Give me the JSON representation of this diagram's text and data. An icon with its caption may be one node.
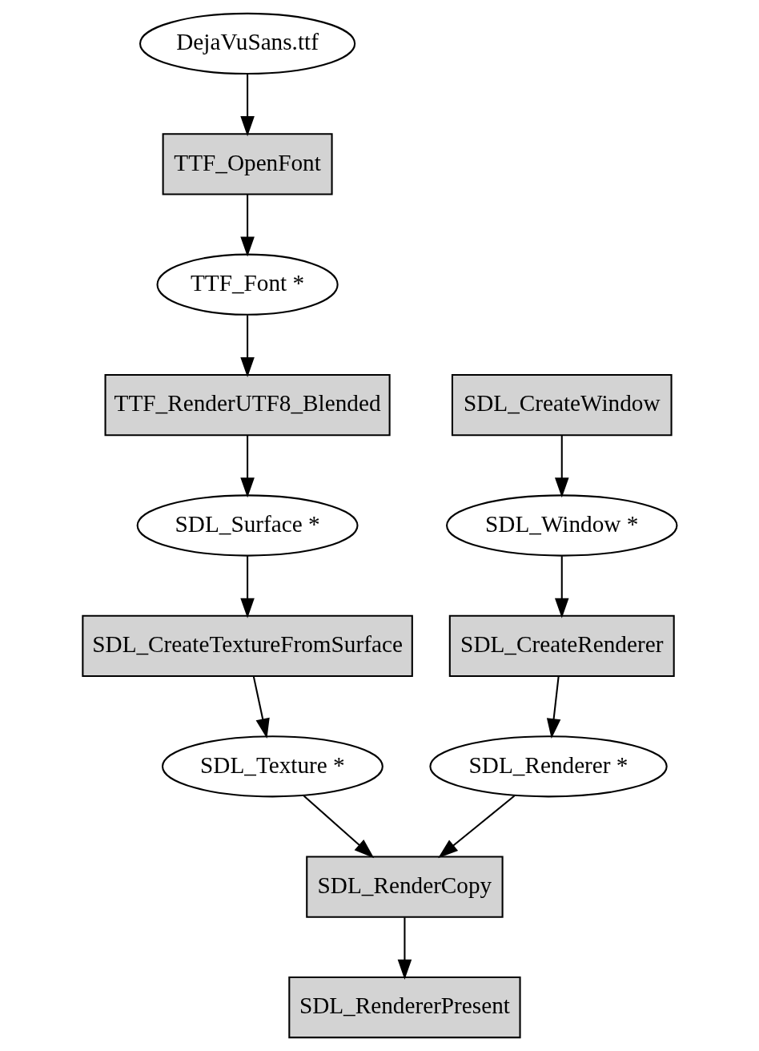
{
  "diagram": {
    "nodes": [
      {
        "text": [
          "DejaVuSans.ttf"
        ]
      },
      {
        "text": [
          "TTF_OpenFont"
        ]
      },
      {
        "text": [
          "TTF_Font *"
        ]
      },
      {
        "text": [
          "SDL_CreateWindow"
        ]
      },
      {
        "text": [
          "TTF_RenderUTF8_Blended"
        ]
      },
      {
        "text": [
          "SDL_Window *"
        ]
      },
      {
        "text": [
          "SDL_Surface *"
        ]
      },
      {
        "text": [
          "SDL_CreateRenderer"
        ]
      },
      {
        "text": [
          "SDL_CreateTextureFromSurface"
        ]
      },
      {
        "text": [
          "SDL_Renderer *"
        ]
      },
      {
        "text": [
          "SDL_Texture *"
        ]
      },
      {
        "text": [
          "SDL_RenderCopy"
        ]
      },
      {
        "text": [
          "SDL_RendererPresent"
        ]
      }
    ],
    "edges": [
      {
        "from": 3,
        "to": 5,
        "arrow": "to"
      },
      {
        "from": 5,
        "to": 7,
        "arrow": "to"
      },
      {
        "from": 7,
        "to": 9,
        "arrow": "to"
      },
      {
        "from": 0,
        "to": 1,
        "arrow": "to"
      },
      {
        "from": 1,
        "to": 2,
        "arrow": "to"
      },
      {
        "from": 2,
        "to": 4,
        "arrow": "to"
      },
      {
        "from": 4,
        "to": 6,
        "arrow": "to"
      },
      {
        "from": 6,
        "to": 8,
        "arrow": "to"
      },
      {
        "from": 8,
        "to": 10,
        "arrow": "to"
      },
      {
        "from": 9,
        "to": 11,
        "arrow": "to"
      },
      {
        "from": 10,
        "to": 11,
        "arrow": "to"
      },
      {
        "from": 11,
        "to": 12,
        "arrow": "to"
      }
    ]
  }
}
